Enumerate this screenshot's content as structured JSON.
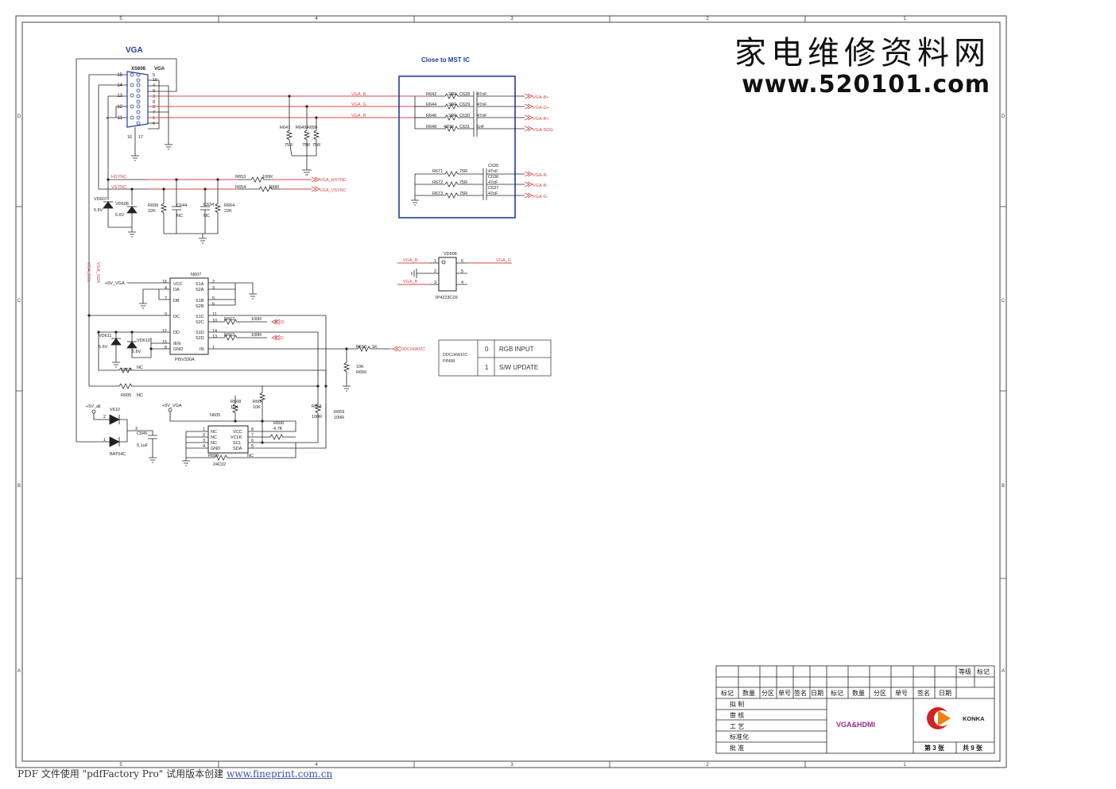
{
  "watermark": {
    "cn": "家电维修资料网",
    "url": "www.520101.com"
  },
  "footer_note": {
    "prefix": "PDF 文件使用 \"pdfFactory Pro\" 试用版本创建 ",
    "link": "www.fineprint.com.cn"
  },
  "border": {
    "top_numbers": [
      "5",
      "4",
      "3",
      "2",
      "1"
    ],
    "bottom_numbers": [
      "5",
      "4",
      "3",
      "2",
      "1"
    ],
    "side_letters": [
      "D",
      "C",
      "B",
      "A"
    ]
  },
  "blocks": {
    "vga_title": "VGA",
    "mst_title": "Close to MST IC"
  },
  "connector": {
    "ref": "XS608",
    "type": "VGA",
    "left_pins": [
      "15",
      "14",
      "13",
      "12",
      "11"
    ],
    "right_pins": [
      "5",
      "10",
      "4",
      "9",
      "3",
      "8",
      "2",
      "7",
      "1",
      "6"
    ],
    "bottom_pins": [
      "16",
      "17"
    ]
  },
  "nets": {
    "vga_b": "VGA_B",
    "vga_g": "VGA_G",
    "vga_r": "VGA_R",
    "hsync": "HSYNC",
    "vsync": "VSYNC",
    "vga_hsync": "VGA_HSYNC",
    "vga_vsync": "VGA_VSYNC",
    "vga_scl": "VGA_SCL",
    "vga_sda": "VGA_SDA",
    "vcc5_vga": "+5V_VGA",
    "vcc5_all": "+5V_all",
    "rxd": "RXD",
    "txd": "TXD",
    "ddc": "DDC/HWI2C"
  },
  "mst_outputs": [
    "VGA-B+",
    "VGA-G+",
    "VGA-R+",
    "VGA-SOG",
    "VGA-R-",
    "VGA-B-",
    "VGA-G-"
  ],
  "mst_parts": {
    "series": [
      {
        "r": "R642",
        "rv": "33R",
        "c": "C628",
        "cv": "47nF"
      },
      {
        "r": "R644",
        "rv": "33R",
        "c": "C629",
        "cv": "47nF"
      },
      {
        "r": "R646",
        "rv": "33R",
        "c": "C630",
        "cv": "47nF"
      },
      {
        "r": "R648",
        "rv": "470R",
        "c": "C631",
        "cv": "1nF"
      }
    ],
    "returns": [
      {
        "r": "R671",
        "rv": "75R",
        "c": "C635",
        "cv": "47nF"
      },
      {
        "r": "R672",
        "rv": "75R",
        "c": "C636",
        "cv": "47nF"
      },
      {
        "r": "R673",
        "rv": "75R",
        "c": "C637",
        "cv": "47nF"
      }
    ]
  },
  "terminations": [
    {
      "ref": "R647",
      "val": "75R"
    },
    {
      "ref": "R649",
      "val": "75R"
    },
    {
      "ref": "R650",
      "val": "75R"
    }
  ],
  "sync_parts": {
    "r653": "R653",
    "r653v": "100R",
    "r654": "R654",
    "r654v": "100R",
    "vd607": "VD607",
    "vd607v": "5.6V",
    "vd608": "VD608",
    "vd608v": "5.6V",
    "r699": "R699",
    "r699v": "22K",
    "c644": "C644",
    "c644v": "NC",
    "c634": "C634",
    "c634v": "NC",
    "r664": "R664",
    "r664v": "22K"
  },
  "vd606": {
    "ref": "VD606",
    "part": "IP4223CZ6",
    "left_pins": [
      "1",
      "2",
      "3"
    ],
    "right_pins": [
      "6",
      "5",
      "4"
    ],
    "in_r": "VGA_R",
    "in_b": "VGA_B",
    "out_g": "VGA_G"
  },
  "switch_ic": {
    "ref": "N607",
    "part": "PI5V330A",
    "left_labels": [
      "VCC",
      "DA",
      "DB",
      "DC",
      "DD",
      "/EN",
      "GND"
    ],
    "left_pins": [
      "16",
      "4",
      "7",
      "9",
      "12",
      "15",
      "8"
    ],
    "right_labels": [
      "S1A",
      "S2A",
      "S1B",
      "S2B",
      "S1C",
      "S2C",
      "S1D",
      "S2D",
      "IN"
    ],
    "right_pins": [
      "2",
      "3",
      "5",
      "6",
      "11",
      "10",
      "14",
      "13",
      "1"
    ]
  },
  "ddc_parts": {
    "r662": "R662",
    "r662v": "100R",
    "r663": "R663",
    "r663v": "100R",
    "r610": "R610",
    "r610v": "1K",
    "r656": "R656",
    "r656v": "10K",
    "vd611": "VD611",
    "vd611v": "5.6V",
    "vd610": "VD610",
    "vd610v": "5.6V",
    "r658": "R658",
    "r658v": "NC",
    "r605": "R605",
    "r605v": "NC"
  },
  "ddc_table": {
    "label_lines": [
      "DDC/HWI2C",
      "PIN98"
    ],
    "rows": [
      {
        "v": "0",
        "t": "RGB INPUT"
      },
      {
        "v": "1",
        "t": "S/W UPDATE"
      }
    ]
  },
  "eeprom": {
    "ref": "N605",
    "part": "24C02",
    "left_labels": [
      "NC",
      "NC",
      "NC",
      "GND"
    ],
    "left_pins": [
      "1",
      "2",
      "3",
      "4"
    ],
    "right_labels": [
      "VCC",
      "VCLK",
      "SCL",
      "SDA"
    ],
    "right_pins": [
      "8",
      "7",
      "6",
      "5"
    ],
    "r608": "R608",
    "r608v": "10K",
    "r607": "R607",
    "r607v": "10K",
    "r606": "R606",
    "r606v": "4.7K",
    "r609": "R609",
    "r609v": "NC",
    "r661": "R661",
    "r661v": "100R",
    "r659": "R659",
    "r659v": "100R"
  },
  "power": {
    "v610": "V610",
    "part": "BAT54C",
    "pins": [
      "2",
      "1",
      "3"
    ],
    "c645": "C645",
    "c645v": "0.1uF"
  },
  "title_block": {
    "grade": "等级",
    "mark": "标记",
    "headers": [
      "标记",
      "数量",
      "分区",
      "单号",
      "签名",
      "日期",
      "标记",
      "数量",
      "分区",
      "单号",
      "签名",
      "日期"
    ],
    "roles": [
      "拟  制",
      "审  核",
      "工  艺",
      "标准化",
      "批  准"
    ],
    "sheet_title": "VGA&HDMI",
    "company": "KONKA",
    "sheet_no": "第 3 张",
    "sheet_total": "共 9 张"
  },
  "colors": {
    "wire": "#d04848",
    "ink": "#222222",
    "box": "#1f3f9f",
    "accent_title": "#9a2a8a",
    "konka_orange": "#f08010",
    "konka_red": "#d22222"
  }
}
